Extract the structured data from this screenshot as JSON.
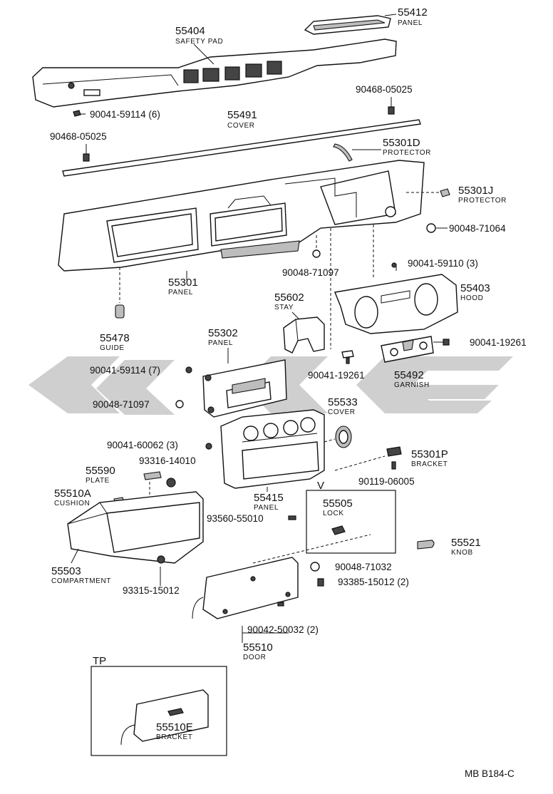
{
  "parts": {
    "p55412": {
      "num": "55412",
      "name": "PANEL"
    },
    "p55404": {
      "num": "55404",
      "name": "SAFETY PAD"
    },
    "p55491": {
      "num": "55491",
      "name": "COVER"
    },
    "p55301d": {
      "num": "55301D",
      "name": "PROTECTOR"
    },
    "p55301j": {
      "num": "55301J",
      "name": "PROTECTOR"
    },
    "p55301": {
      "num": "55301",
      "name": "PANEL"
    },
    "p55478": {
      "num": "55478",
      "name": "GUIDE"
    },
    "p55602": {
      "num": "55602",
      "name": "STAY"
    },
    "p55403": {
      "num": "55403",
      "name": "HOOD"
    },
    "p55302": {
      "num": "55302",
      "name": "PANEL"
    },
    "p55492": {
      "num": "55492",
      "name": "GARNISH"
    },
    "p55533": {
      "num": "55533",
      "name": "COVER"
    },
    "p55301p": {
      "num": "55301P",
      "name": "BRACKET"
    },
    "p55590": {
      "num": "55590",
      "name": "PLATE"
    },
    "p55510a": {
      "num": "55510A",
      "name": "CUSHION"
    },
    "p55415": {
      "num": "55415",
      "name": "PANEL"
    },
    "p55505": {
      "num": "55505",
      "name": "LOCK"
    },
    "p55521": {
      "num": "55521",
      "name": "KNOB"
    },
    "p55503": {
      "num": "55503",
      "name": "COMPARTMENT"
    },
    "p55510": {
      "num": "55510",
      "name": "DOOR"
    },
    "p55510e": {
      "num": "55510E",
      "name": "BRACKET"
    }
  },
  "callouts": {
    "c1": "90041-59114 (6)",
    "c2": "90468-05025",
    "c3": "90468-05025",
    "c4": "90048-71064",
    "c5": "90048-71097",
    "c6": "90041-59110 (3)",
    "c7": "90041-19261",
    "c8": "90041-59114 (7)",
    "c9": "90041-19261",
    "c10": "90048-71097",
    "c11": "90041-60062 (3)",
    "c12": "93316-14010",
    "c13": "90119-06005",
    "c14": "93560-55010",
    "c15": "90048-71032",
    "c16": "93385-15012 (2)",
    "c17": "93315-15012",
    "c18": "90042-50032 (2)"
  },
  "variants": {
    "v": "V",
    "tp": "TP"
  },
  "drawing_code": "MB B184-C"
}
